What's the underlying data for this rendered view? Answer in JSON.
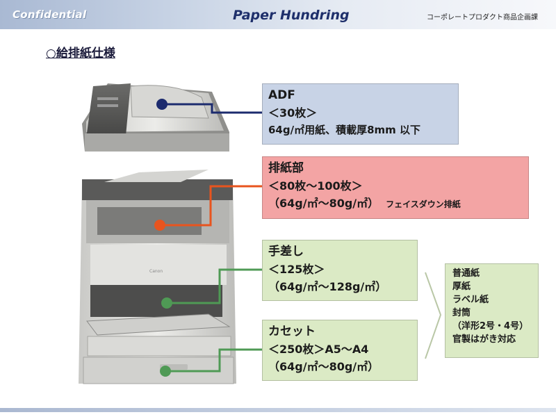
{
  "header": {
    "left": "Confidential",
    "center": "Paper Hundring",
    "right": "コーポレートプロダクト商品企画課"
  },
  "section_title": "○給排紙仕様",
  "adf": {
    "title": "ADF",
    "sheets": "＜30枚＞",
    "spec": "64g/㎡用紙、積載厚8mm 以下"
  },
  "exit": {
    "title": "排紙部",
    "sheets": "＜80枚～100枚＞",
    "weight": "（64g/㎡～80g/㎡）",
    "note": "フェイスダウン排紙"
  },
  "manual": {
    "title": "手差し",
    "sheets": "＜125枚＞",
    "weight": "（64g/㎡～128g/㎡）"
  },
  "cassette": {
    "title": "カセット",
    "sheets": "＜250枚＞A5～A4",
    "weight": "（64g/㎡～80g/㎡）"
  },
  "paper_types": [
    "普通紙",
    "厚紙",
    "ラベル紙",
    "封筒",
    "（洋形2号・4号）",
    "官製はがき対応"
  ],
  "colors": {
    "adf_box": "#c8d3e6",
    "exit_box": "#f3a4a4",
    "green_box": "#dbeac5",
    "adf_marker": "#1c2b6e",
    "exit_marker": "#e8541e",
    "green_marker": "#4f9a55"
  }
}
